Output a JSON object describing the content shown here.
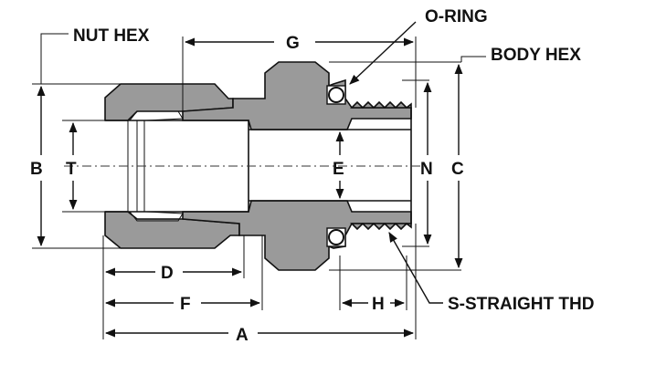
{
  "labels": {
    "nut_hex": "NUT HEX",
    "g": "G",
    "o_ring": "O-RING",
    "body_hex": "BODY HEX",
    "b": "B",
    "t": "T",
    "e": "E",
    "n": "N",
    "c": "C",
    "d": "D",
    "f": "F",
    "h": "H",
    "s_straight_thd": "S-STRAIGHT THD",
    "a": "A"
  }
}
